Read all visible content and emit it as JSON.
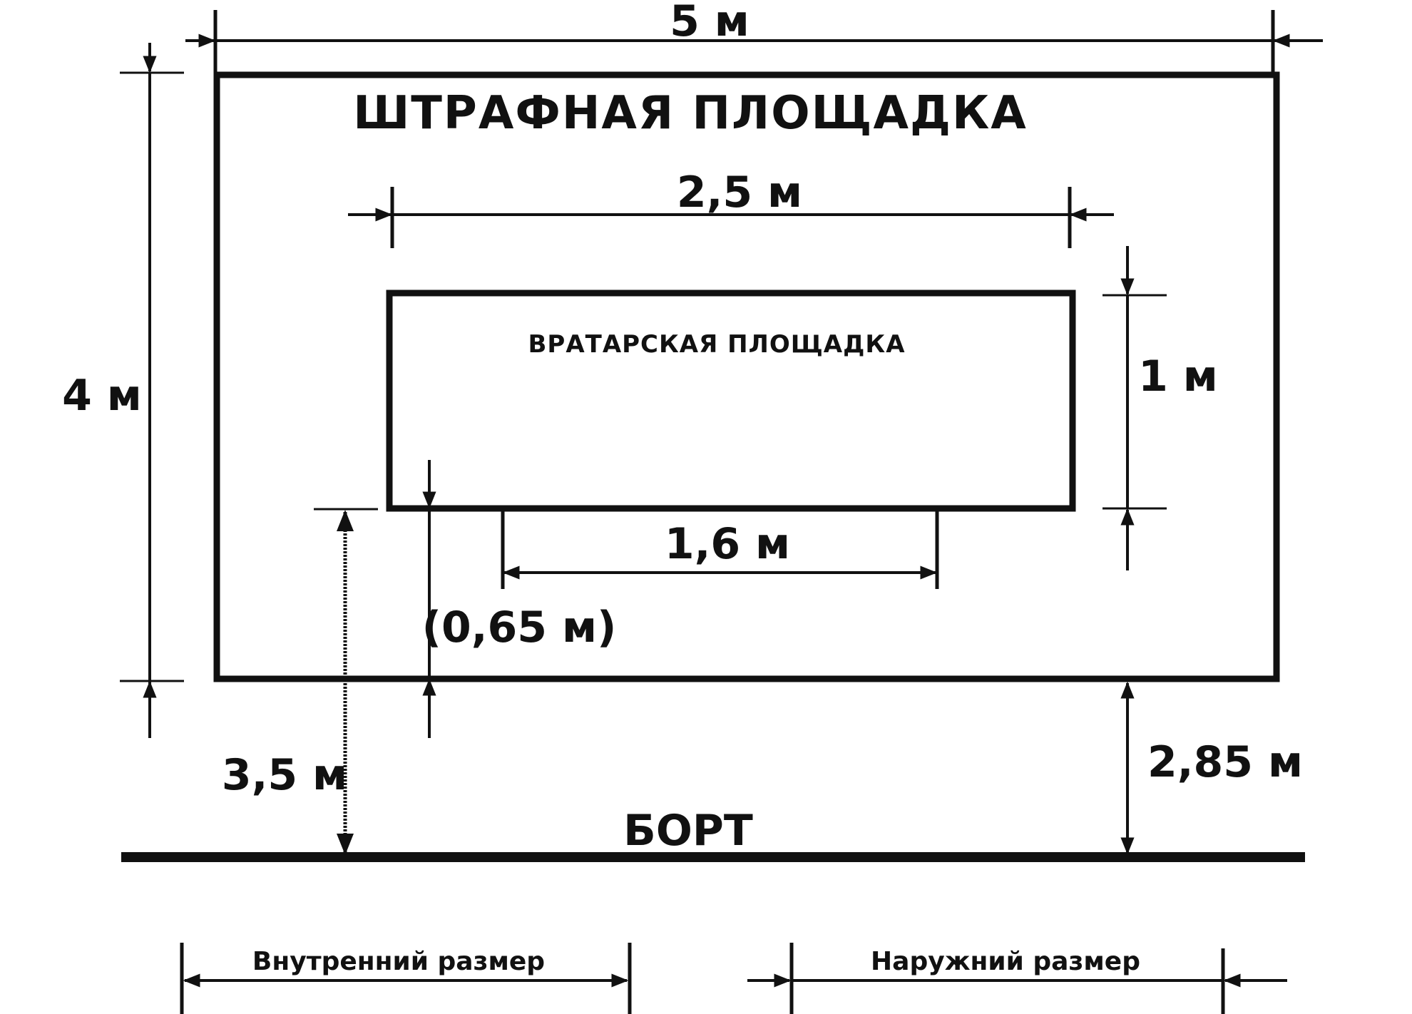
{
  "diagram": {
    "penalty_area_title": "ШТРАФНАЯ ПЛОЩАДКА",
    "goal_area_title": "ВРАТАРСКАЯ ПЛОЩАДКА",
    "board_label": "БОРТ",
    "dimensions": {
      "penalty_width": "5 м",
      "penalty_height": "4 м",
      "goal_width": "2,5 м",
      "goal_height": "1 м",
      "goal_mouth": "1,6 м",
      "goal_offset": "(0,65 м)",
      "inner_to_board": "3,5 м",
      "outer_to_board": "2,85 м"
    },
    "legend": {
      "inner": "Внутренний размер",
      "outer": "Наружний размер"
    }
  }
}
